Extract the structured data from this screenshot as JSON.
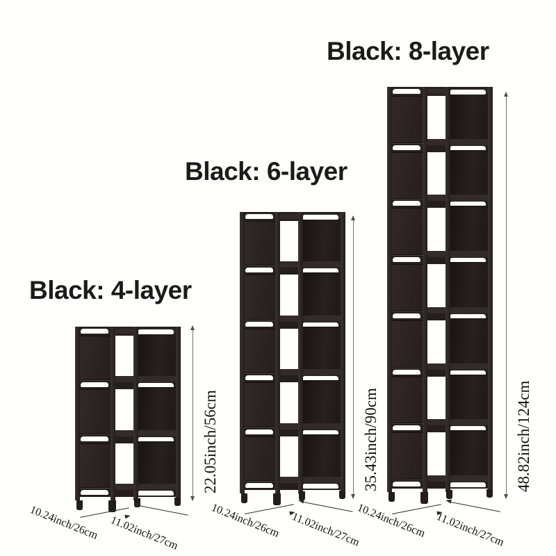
{
  "page": {
    "background_color": "#fffffd",
    "product": "shoe rack / storage shelf size comparison",
    "rack_color_hex": "#2b2423"
  },
  "variants": [
    {
      "id": "4-layer",
      "title": "Black: 4-layer",
      "layers": 4,
      "height": "22.05inch/56cm",
      "depth": "10.24inch/26cm",
      "width": "11.02inch/27cm"
    },
    {
      "id": "6-layer",
      "title": "Black: 6-layer",
      "layers": 6,
      "height": "35.43inch/90cm",
      "depth": "10.24inch/26cm",
      "width": "11.02inch/27cm"
    },
    {
      "id": "8-layer",
      "title": "Black: 8-layer",
      "layers": 8,
      "height": "48.82inch/124cm",
      "depth": "10.24inch/26cm",
      "width": "11.02inch/27cm"
    }
  ]
}
